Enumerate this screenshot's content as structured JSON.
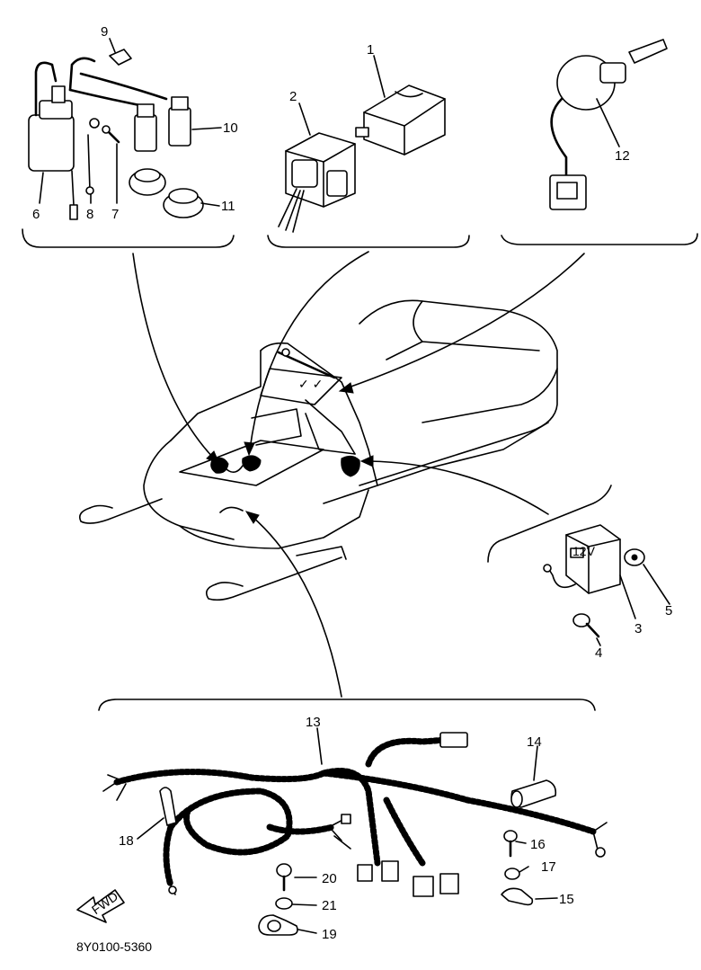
{
  "diagram": {
    "doc_code": "8Y0100-5360",
    "fwd_label": "FWD",
    "callouts": {
      "c1": "1",
      "c2": "2",
      "c3": "3",
      "c4": "4",
      "c5": "5",
      "c6": "6",
      "c7": "7",
      "c8": "8",
      "c9": "9",
      "c10": "10",
      "c11": "11",
      "c12": "12",
      "c13": "13",
      "c14": "14",
      "c15": "15",
      "c16": "16",
      "c17": "17",
      "c18": "18",
      "c19": "19",
      "c20": "20",
      "c21": "21"
    }
  }
}
